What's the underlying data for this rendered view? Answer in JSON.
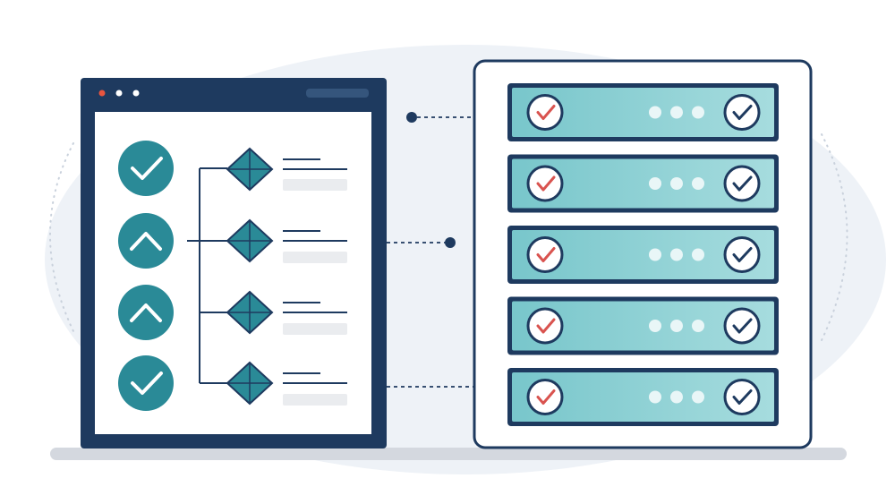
{
  "colors": {
    "navy": "#1e3a5f",
    "teal": "#2a8a97",
    "teal_light": "#8fd3d6",
    "panel_bg": "#ffffff",
    "backdrop": "#eaf0f6",
    "red_accent": "#d9534f",
    "window_red_dot": "#e8553f",
    "placeholder": "#eaecef",
    "ground": "#d4d8df"
  },
  "browser_window": {
    "title_bar_dots": [
      "red-dot",
      "white-dot",
      "white-dot"
    ],
    "status_list": [
      {
        "icon": "check-icon"
      },
      {
        "icon": "chevron-up-icon"
      },
      {
        "icon": "chevron-up-icon"
      },
      {
        "icon": "check-icon"
      }
    ],
    "decision_nodes": [
      {
        "icon": "diamond-icon"
      },
      {
        "icon": "diamond-icon"
      },
      {
        "icon": "diamond-icon"
      },
      {
        "icon": "diamond-icon"
      }
    ]
  },
  "server_rack": {
    "units": [
      {
        "left_icon": "check-icon",
        "right_icon": "check-icon",
        "indicator_dots": 3
      },
      {
        "left_icon": "check-icon",
        "right_icon": "check-icon",
        "indicator_dots": 3
      },
      {
        "left_icon": "check-icon",
        "right_icon": "check-icon",
        "indicator_dots": 3
      },
      {
        "left_icon": "check-icon",
        "right_icon": "check-icon",
        "indicator_dots": 3
      },
      {
        "left_icon": "check-icon",
        "right_icon": "check-icon",
        "indicator_dots": 3
      }
    ]
  },
  "connectors": [
    {
      "from": "browser_window",
      "to": "server_unit_1"
    },
    {
      "from": "browser_window",
      "to": "server_unit_3"
    },
    {
      "from": "browser_window",
      "to": "server_unit_5"
    }
  ]
}
